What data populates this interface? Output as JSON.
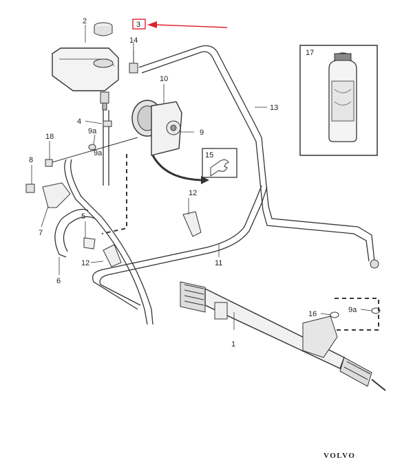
{
  "diagram": {
    "labels": [
      "1",
      "2",
      "3",
      "4",
      "5",
      "6",
      "7",
      "8",
      "9",
      "9a",
      "9a",
      "9a",
      "10",
      "11",
      "12",
      "12",
      "13",
      "14",
      "15",
      "16",
      "17",
      "18"
    ],
    "highlight_color": "#e0202a",
    "line_color": "#333333"
  },
  "brand": "VOLVO"
}
